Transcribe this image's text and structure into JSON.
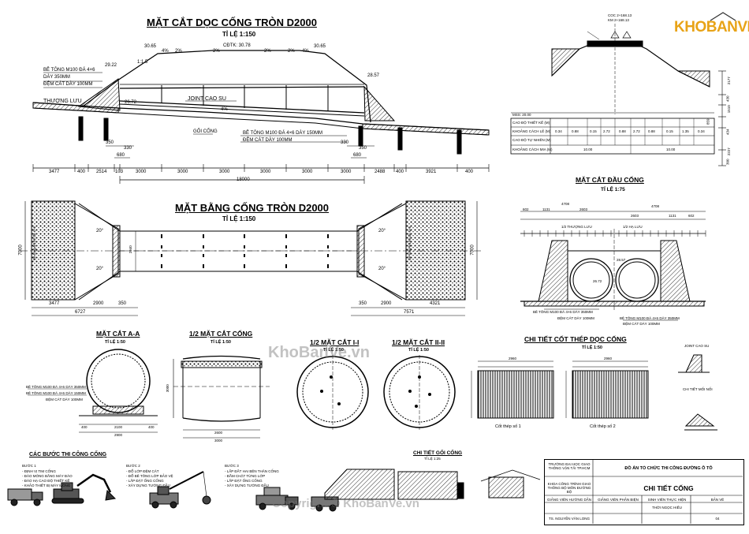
{
  "longitudinal_section": {
    "title": "MẶT CẮT DỌC CỐNG TRÒN D2000",
    "scale": "TỈ LỆ 1:150",
    "labels": {
      "concrete_layer": "BÊ TÔNG M100 ĐÁ 4×6",
      "thickness": "DÀY 350MM",
      "gravel_bed": "ĐỆM CÁT DÀY 100MM",
      "upstream": "THƯỢNG LƯU",
      "joint": "JOINT CAO SU",
      "pipe_seat": "GỐI CỐNG",
      "concrete_layer_150": "BÊ TÔNG M100 ĐÁ 4×6 DÀY 150MM",
      "gravel_bed_2": "ĐỆM CÁT DÀY 100MM",
      "cdtk": "CĐTK: 30.78"
    },
    "elevations": [
      "29.22",
      "30.65",
      "30.65",
      "28.57",
      "26.72"
    ],
    "slopes": [
      "4%",
      "2%",
      "2%",
      "2%",
      "2%",
      "4%",
      "4%",
      "1:1.5"
    ],
    "dims_small": [
      "350",
      "330",
      "680",
      "330",
      "350",
      "680"
    ],
    "dims_bottom": [
      "3477",
      "400",
      "2514",
      "103",
      "3000",
      "3000",
      "3000",
      "3000",
      "3000",
      "3000",
      "2488",
      "400",
      "3921",
      "400"
    ],
    "total_length": "18000"
  },
  "cross_section_road": {
    "labels": [
      "COC 2+168.13",
      "KM 2+168.13"
    ],
    "dims_right": [
      "2177",
      "430",
      "1510",
      "859",
      "434",
      "2227",
      "300"
    ],
    "table_rows": [
      {
        "label": "CAO ĐỘ THIẾT KẾ (M)"
      },
      {
        "label": "KHOẢNG CÁCH LẺ (M)"
      },
      {
        "label": "CAO ĐỘ TỰ NHIÊN (M)"
      },
      {
        "label": "KHOẢNG CÁCH MIA (M)"
      }
    ],
    "mss": "MSS: 20.00",
    "spacing_values": [
      "0.34",
      "0.88",
      "0.15",
      "2.72",
      "0.88",
      "2.72",
      "0.88",
      "0.15",
      "1.35",
      "0.34"
    ],
    "mia_values": [
      "10.00",
      "10.00"
    ]
  },
  "plan_view": {
    "title": "MẶT BẰNG CỐNG TRÒN D2000",
    "scale": "TỈ LỆ 1:150",
    "angles": [
      "20°",
      "20°",
      "20°",
      "20°"
    ],
    "side_height": "7000",
    "inner_dim": "2940",
    "dims_bottom": [
      "3477",
      "2900",
      "350",
      "350",
      "2900",
      "4321"
    ],
    "totals": [
      "6727",
      "7571"
    ],
    "wall_text": "Bê tông M100 đá 4×6"
  },
  "head_section": {
    "title": "MẶT CẮT ĐẦU CỐNG",
    "scale": "TỈ LỆ 1:75",
    "labels": {
      "upstream": "1/2 THƯỢNG LƯU",
      "downstream": "1/2 HẠ LƯU",
      "concrete": "BÊ TÔNG M100 ĐÁ 4×6 DÀY 350MM",
      "gravel": "ĐỆM CÁT DÀY 100MM",
      "concrete2": "BÊ TÔNG M100 ĐÁ 4×6 DÀY 350MM",
      "gravel2": "ĐỆM CÁT DÀY 100MM"
    },
    "dims": [
      "4708",
      "4708",
      "602",
      "1131",
      "2603",
      "2603",
      "1131",
      "602"
    ],
    "elevs": [
      "26.72",
      "28.57"
    ]
  },
  "section_aa": {
    "title": "MẶT CẮT A-A",
    "scale": "TỈ LỆ 1:50",
    "labels": [
      "BÊ TÔNG M100 ĐÁ 4×6 DÀY 350MM",
      "BÊ TÔNG M100 ĐÁ 4×6 DÀY 150MM",
      "ĐỆM CÁT DÀY 100MM"
    ],
    "dims": [
      "400",
      "2100",
      "400",
      "2900"
    ]
  },
  "half_section": {
    "title": "1/2 MẶT CẮT CỐNG",
    "scale": "TỈ LỆ 1:50",
    "dims": [
      "3000",
      "2600",
      "3000"
    ]
  },
  "half_section_1": {
    "title": "1/2 MẶT CẮT I-I",
    "scale": "TỈ LỆ 1:50"
  },
  "half_section_2": {
    "title": "1/2 MẶT CẮT II-II",
    "scale": "TỈ LỆ 1:50"
  },
  "rebar_detail": {
    "title": "CHI TIẾT CỐT THÉP DỌC CỐNG",
    "scale": "TỈ LỆ 1:50",
    "bars": [
      "Cốt thép số 1",
      "Cốt thép số 2"
    ],
    "dims": [
      "2960",
      "2960"
    ],
    "side_labels": [
      "JOINT CAO SU",
      "CHI TIẾT MỐI NỐI"
    ]
  },
  "construction_steps": {
    "title": "CÁC BƯỚC THI CÔNG CỐNG",
    "steps": [
      "BƯỚC 1",
      "BƯỚC 2",
      "BƯỚC 3"
    ],
    "step1_lines": [
      "- ĐỊNH VỊ TIM CỐNG",
      "- ĐÀO MÓNG BẰNG MÁY ĐÀO",
      "- ĐÀO HẠ CAO ĐỘ THIẾT KẾ",
      "- KHẢO THIẾT BỊ MÁY MÓNG"
    ],
    "step2_lines": [
      "- ĐỔ LỚP ĐỆM CÁT",
      "- ĐỔ BÊ TÔNG LỚP BẢO VỆ",
      "- LẮP ĐẶT ỐNG CỐNG",
      "- XÂY DỰNG TƯỜNG ĐẦU"
    ],
    "step3_lines": [
      "- LẤP ĐẤT HAI BÊN THÂN CỐNG",
      "- ĐẦM CHẶT TỪNG LỚP",
      "- LẮP ĐẶT ỐNG CỐNG",
      "- XÂY DỰNG TƯỜNG ĐẦU"
    ]
  },
  "pipe_seat_detail": {
    "title": "CHI TIẾT GỐI CỐNG",
    "scale": "TỈ LỆ 1:25"
  },
  "title_block": {
    "school": "TRƯỜNG ĐẠI HỌC GIAO THÔNG VẬN TẢI TP.HCM",
    "faculty": "KHOA CÔNG TRÌNH GIAO THÔNG BỘ MÔN ĐƯỜNG BỘ",
    "project": "ĐỒ ÁN TỔ CHỨC THI CÔNG ĐƯỜNG Ô TÔ",
    "drawing": "CHI TIẾT CỐNG",
    "roles": [
      "GIẢNG VIÊN HƯỚNG DẪN",
      "GIẢNG VIÊN PHẢN BIỆN",
      "SINH VIÊN THỰC HIỆN",
      "BẢN VẼ"
    ],
    "advisor": "TS. NGUYỄN VĂN LONG",
    "student": "THỜI NGỌC HIẾU",
    "sheet": "04"
  },
  "branding": {
    "logo_text": "KHOBANVE",
    "watermark": "KhoBanVe.vn",
    "copyright": "Copyright © KhoBanVe.vn"
  }
}
